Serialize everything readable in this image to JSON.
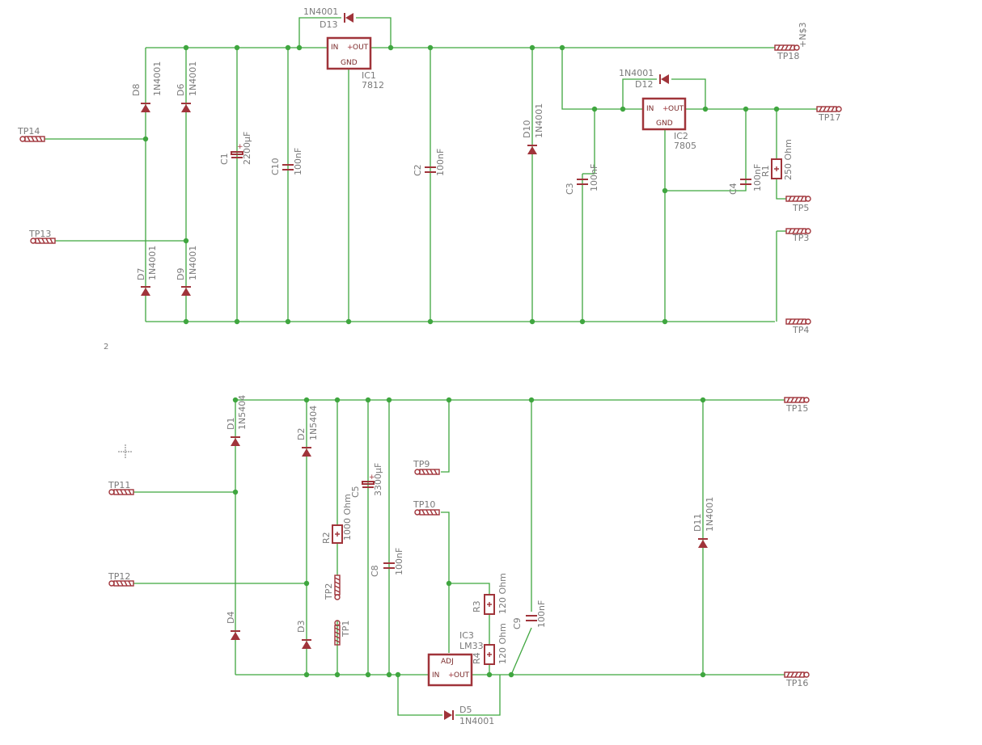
{
  "schematic": {
    "sheet_marker": "2",
    "regulators": [
      {
        "ref": "IC1",
        "value": "7812",
        "pins": {
          "in": "IN",
          "out": "OUT",
          "gnd": "GND"
        }
      },
      {
        "ref": "IC2",
        "value": "7805",
        "pins": {
          "in": "IN",
          "out": "OUT",
          "gnd": "GND"
        }
      },
      {
        "ref": "IC3",
        "value": "LM33",
        "pins": {
          "in": "IN",
          "out": "OUT",
          "adj": "ADJ"
        }
      }
    ],
    "diodes": [
      {
        "ref": "D1",
        "value": "1N5404"
      },
      {
        "ref": "D2",
        "value": "1N5404"
      },
      {
        "ref": "D3",
        "value": ""
      },
      {
        "ref": "D4",
        "value": ""
      },
      {
        "ref": "D5",
        "value": "1N4001"
      },
      {
        "ref": "D6",
        "value": "1N4001"
      },
      {
        "ref": "D7",
        "value": "1N4001"
      },
      {
        "ref": "D8",
        "value": "1N4001"
      },
      {
        "ref": "D9",
        "value": "1N4001"
      },
      {
        "ref": "D10",
        "value": "1N4001"
      },
      {
        "ref": "D11",
        "value": "1N4001"
      },
      {
        "ref": "D12",
        "value": "1N4001"
      },
      {
        "ref": "D13",
        "value": "1N4001"
      }
    ],
    "capacitors": [
      {
        "ref": "C1",
        "value": "2200µF"
      },
      {
        "ref": "C2",
        "value": "100nF"
      },
      {
        "ref": "C3",
        "value": "100nF"
      },
      {
        "ref": "C4",
        "value": "100nF"
      },
      {
        "ref": "C5",
        "value": "3300µF"
      },
      {
        "ref": "C8",
        "value": "100nF"
      },
      {
        "ref": "C9",
        "value": "100nF"
      },
      {
        "ref": "C10",
        "value": "100nF"
      }
    ],
    "resistors": [
      {
        "ref": "R1",
        "value": "250 Ohm"
      },
      {
        "ref": "R2",
        "value": "1000 Ohm"
      },
      {
        "ref": "R3",
        "value": "120 Ohm"
      },
      {
        "ref": "R4",
        "value": "120 Ohm"
      }
    ],
    "test_points": {
      "tp1": "TP1",
      "tp2": "TP2",
      "tp3": "TP3",
      "tp4": "TP4",
      "tp5": "TP5",
      "tp9": "TP9",
      "tp10": "TP10",
      "tp11": "TP11",
      "tp12": "TP12",
      "tp13": "TP13",
      "tp14": "TP14",
      "tp15": "TP15",
      "tp16": "TP16",
      "tp17": "TP17",
      "tp18": "TP18"
    },
    "net_label": "+N$3"
  },
  "colors": {
    "wire": "#3fa63f",
    "component": "#a0343a",
    "label": "#7a7a7a",
    "background": "#ffffff"
  }
}
